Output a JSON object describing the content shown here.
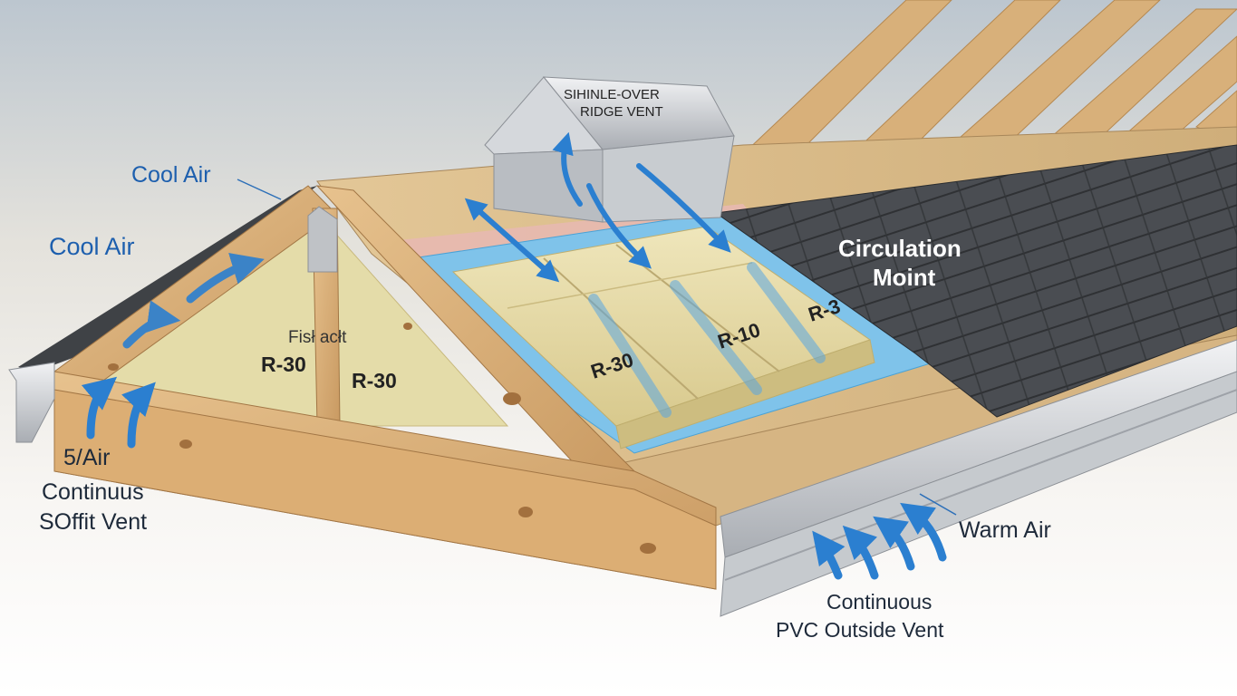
{
  "labels": {
    "cool_air_top": "Cool Air",
    "cool_air_left": "Cool Air",
    "ridge_vent_line1": "SIHINLE-OVER",
    "ridge_vent_line2": "RIDGE VENT",
    "circulation_line1": "Circulation",
    "circulation_line2": "Moint",
    "fiber_batt": "Fisł acłt",
    "gable_r30_left": "R-30",
    "gable_r30_right": "R-30",
    "batt_r30": "R-30",
    "batt_r10": "R-10",
    "batt_r3": "R-3",
    "soffit_line1": "5/Air",
    "soffit_line2": "Continuus",
    "soffit_line3": "SOffit Vent",
    "warm_air": "Warm Air",
    "pvc_line1": "Continuous",
    "pvc_line2": "PVC Outside Vent"
  },
  "colors": {
    "airflow_arrow": "#2b7fd0",
    "label_blue": "#1d5fae",
    "label_dark": "#1e2a3a",
    "wood": "#d9b07a",
    "osb": "#d8bb8a",
    "insulation": "#e8deaa",
    "membrane": "#7fc3ea",
    "shingles": "#4a4d52",
    "metal": "#c9ccd0"
  },
  "icons": {
    "airflow": "curved-arrow-icon"
  }
}
